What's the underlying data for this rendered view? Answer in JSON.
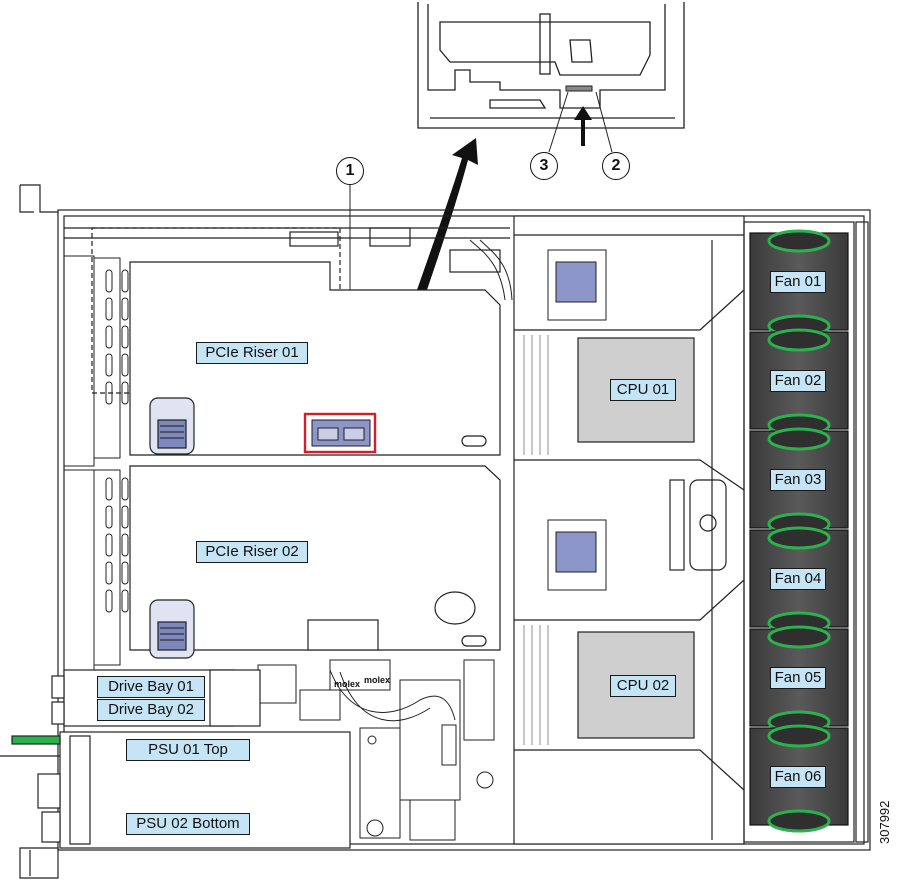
{
  "labels": {
    "pcie_riser_01": "PCIe Riser 01",
    "pcie_riser_02": "PCIe Riser 02",
    "cpu_01": "CPU 01",
    "cpu_02": "CPU 02",
    "drive_bay_01": "Drive Bay 01",
    "drive_bay_02": "Drive Bay 02",
    "psu_01": "PSU 01 Top",
    "psu_02": "PSU 02 Bottom",
    "fans": [
      "Fan 01",
      "Fan 02",
      "Fan 03",
      "Fan 04",
      "Fan 05",
      "Fan 06"
    ]
  },
  "callouts": {
    "c1": "1",
    "c2": "2",
    "c3": "3"
  },
  "connector_text": [
    "molex",
    "molex"
  ],
  "figure_id": "307992",
  "colors": {
    "label_fill": "#c5e5f6",
    "highlight": "#d0202e",
    "fan_green": "#2bb24c",
    "fan_dark": "#4a4a4a",
    "latch_blue": "#8c96c8",
    "cpu_gray": "#cfcfcf",
    "line": "#222222"
  }
}
